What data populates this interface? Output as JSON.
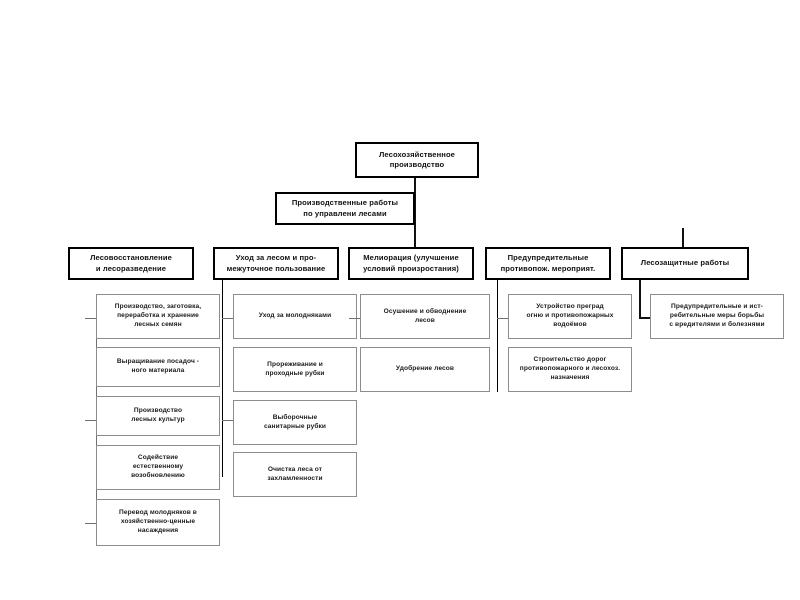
{
  "diagram": {
    "title": "Лесохозяйственное производство",
    "root": {
      "label": "Лесохозяйственное\nпроизводство"
    },
    "subtitle_node": {
      "label": "Производственные работы\nпо управлени лесами"
    },
    "branches": [
      {
        "id": "branch-reforestation",
        "label": "Лесовосстановление\nи лесоразведение",
        "children": [
          {
            "label": "Производство, заготовка,\nпереработка и хранение\nлесных семян"
          },
          {
            "label": "Выращивание посадоч -\nного материала"
          },
          {
            "label": "Производство\nлесных культур"
          },
          {
            "label": "Содействие\nестественному\nвозобновлению"
          },
          {
            "label": "Перевод молодняков в\nхозяйственно-ценные\nнасаждения"
          }
        ]
      },
      {
        "id": "branch-tending",
        "label": "Уход за лесом и про-\nмежуточное пользование",
        "children": [
          {
            "label": "Уход за молодняками"
          },
          {
            "label": "Прореживание и\nпроходные рубки"
          },
          {
            "label": "Выборочные\nсанитарные рубки"
          },
          {
            "label": "Очистка леса от\nзахламленности"
          }
        ]
      },
      {
        "id": "branch-melioration",
        "label": "Мелиорация (улучшение\nусловий произростания)",
        "children": [
          {
            "label": "Осушение и обводнение\nлесов"
          },
          {
            "label": "Удобрение лесов"
          }
        ]
      },
      {
        "id": "branch-fire-prevention",
        "label": "Предупредительные\nпротивопож. мероприят.",
        "children": [
          {
            "label": "Устройство преград\nогню и противопожарных\nводоёмов"
          },
          {
            "label": "Строительство дорог\nпротивопожарного и лесохоз.\nназначения"
          }
        ]
      },
      {
        "id": "branch-protection",
        "label": "Лесозащитные работы",
        "children": [
          {
            "label": "Предупредительные и ист-\nребительные меры борьбы\nс вредителями и болезнями"
          }
        ]
      }
    ],
    "colors": {
      "background": "#ffffff",
      "box_fill": "#ffffff",
      "strong_border": "#000000",
      "light_border": "#8d8d8d",
      "connector": "#6f6f6f",
      "text": "#111111"
    }
  }
}
